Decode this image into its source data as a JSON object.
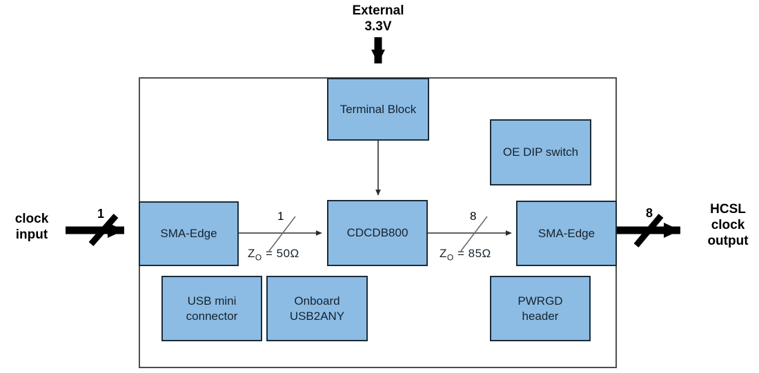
{
  "diagram": {
    "title": "CDCDB800 evaluation board block diagram",
    "accent_fill": "#8cbce4",
    "block_border": "#1c2b36",
    "frame_border": "#4d4d4d"
  },
  "external_labels": {
    "supply": "External\n3.3V",
    "input": "clock\ninput",
    "output": "HCSL\nclock\noutput"
  },
  "blocks": {
    "terminal_block": "Terminal Block",
    "oe_dip_switch": "OE DIP switch",
    "sma_edge_input": "SMA-Edge",
    "cdcdb800": "CDCDB800",
    "sma_edge_output": "SMA-Edge",
    "usb_mini_connector": "USB mini\nconnector",
    "onboard_usb2any": "Onboard\nUSB2ANY",
    "pwrgd_header": "PWRGD\nheader"
  },
  "bus_widths": {
    "clock_input": "1",
    "sma_to_cdcdb800": "1",
    "cdcdb800_to_sma": "8",
    "clock_output": "8"
  },
  "impedance": {
    "input_trace_prefix": "Z",
    "input_trace_sub": "O",
    "input_trace_value": " =  50Ω",
    "output_trace_prefix": "Z",
    "output_trace_sub": "O",
    "output_trace_value": " =  85Ω"
  }
}
